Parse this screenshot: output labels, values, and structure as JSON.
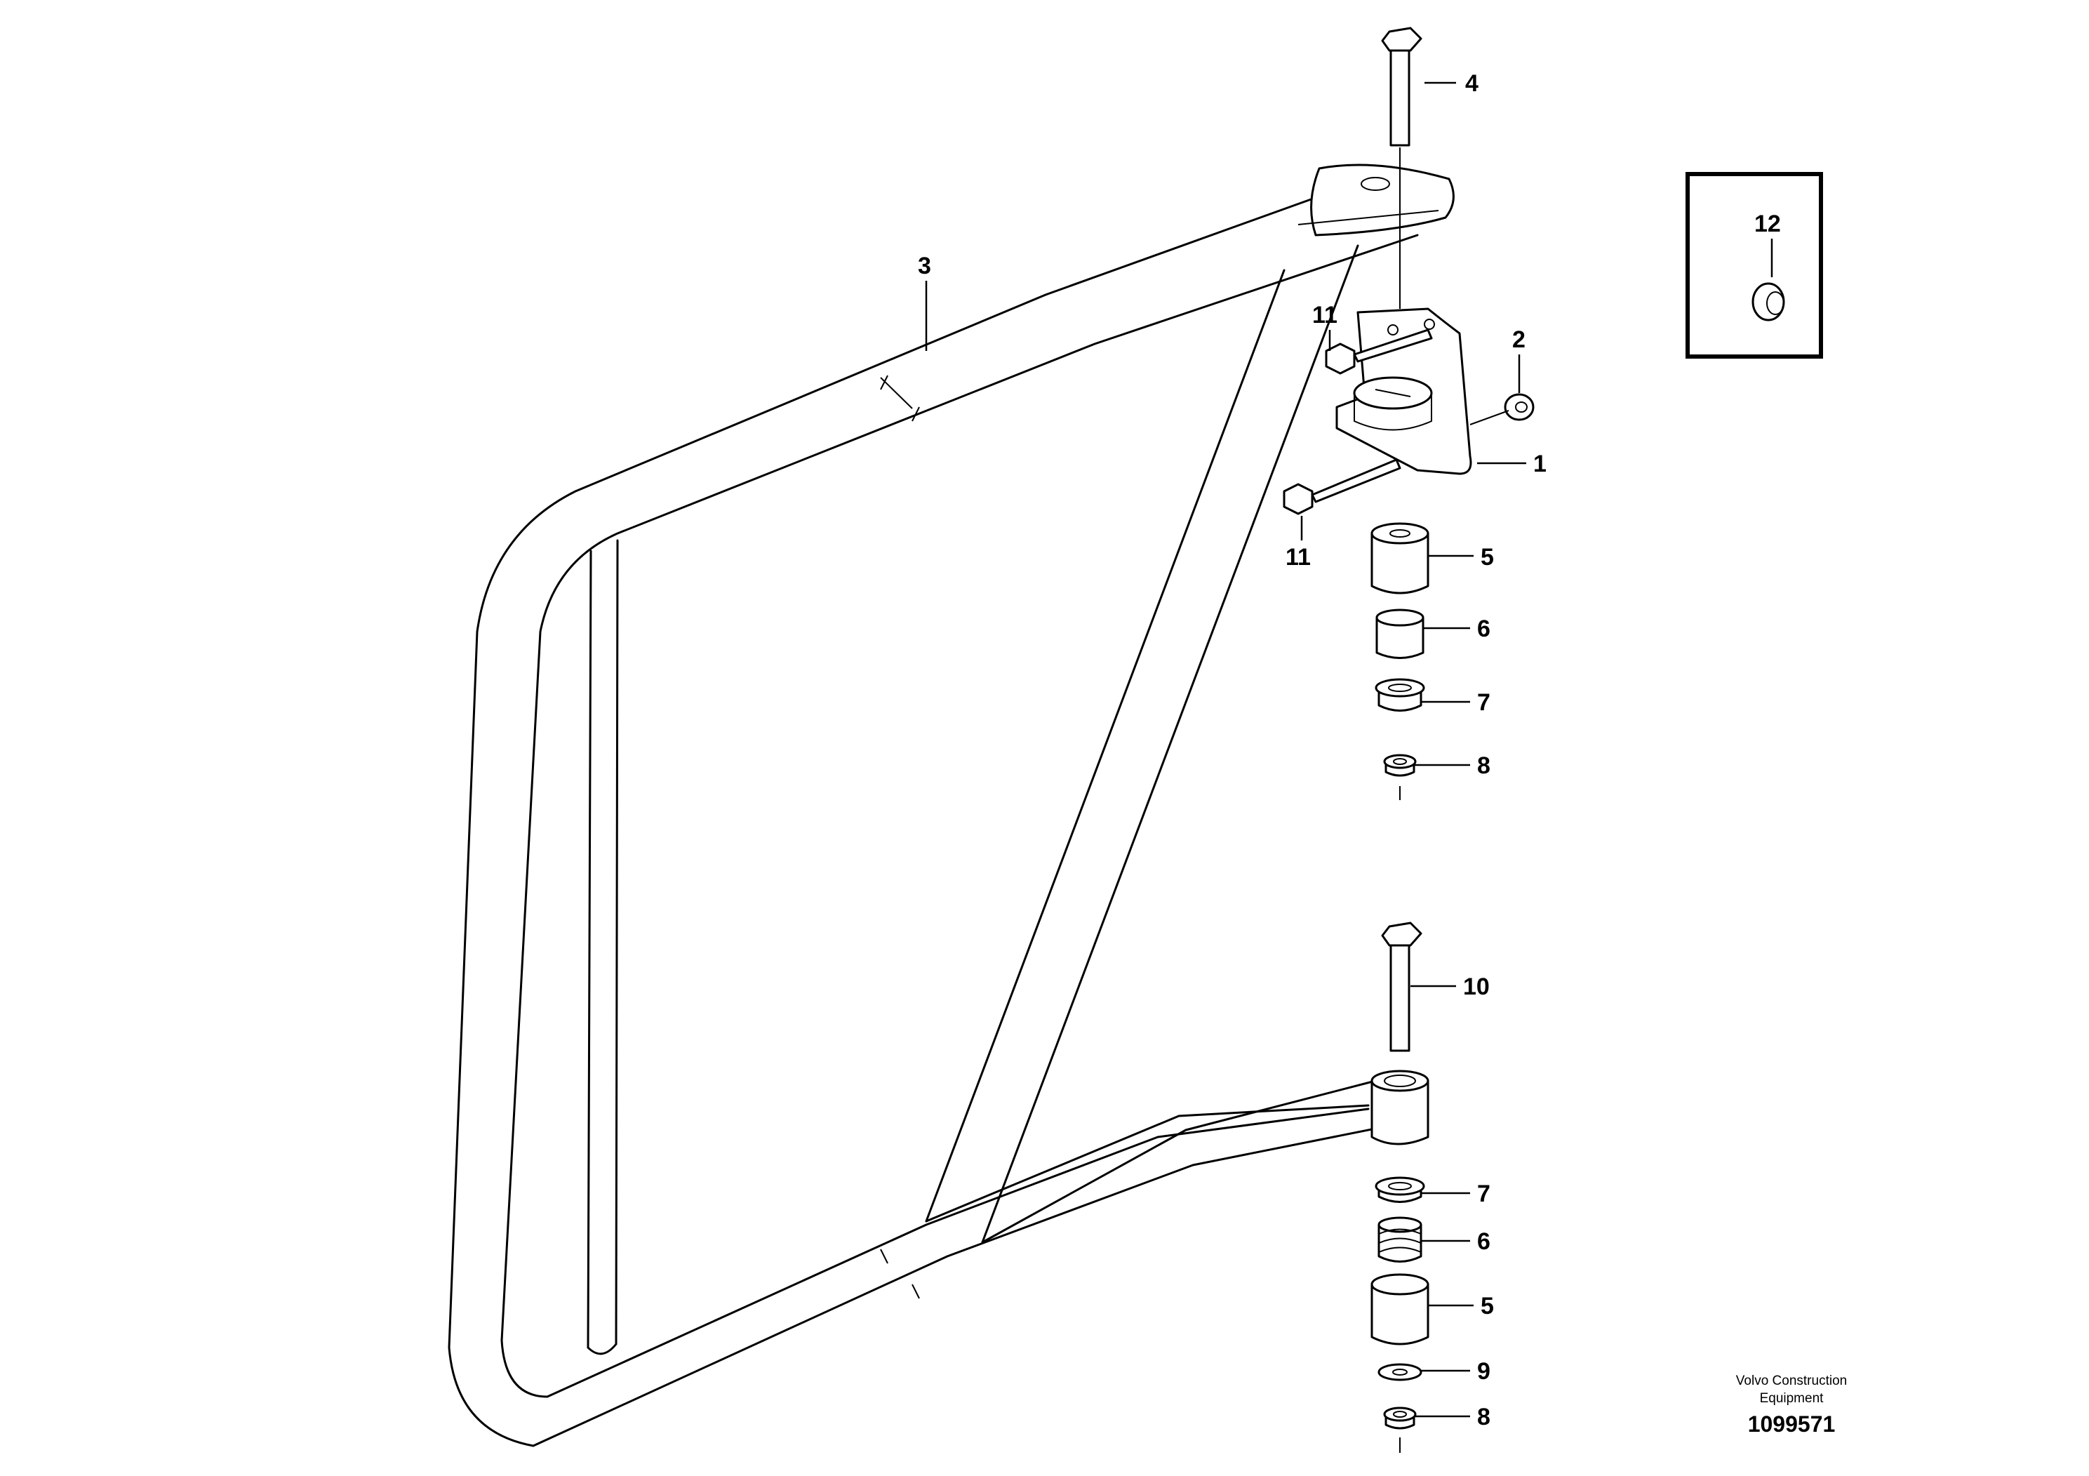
{
  "diagram": {
    "callouts": {
      "c1": "1",
      "c2": "2",
      "c3": "3",
      "c4": "4",
      "c5a": "5",
      "c5b": "5",
      "c6a": "6",
      "c6b": "6",
      "c7a": "7",
      "c7b": "7",
      "c8a": "8",
      "c8b": "8",
      "c9": "9",
      "c10": "10",
      "c11a": "11",
      "c11b": "11",
      "c12": "12"
    },
    "footer": {
      "line1": "Volvo Construction",
      "line2": "Equipment",
      "code": "1099571"
    }
  }
}
